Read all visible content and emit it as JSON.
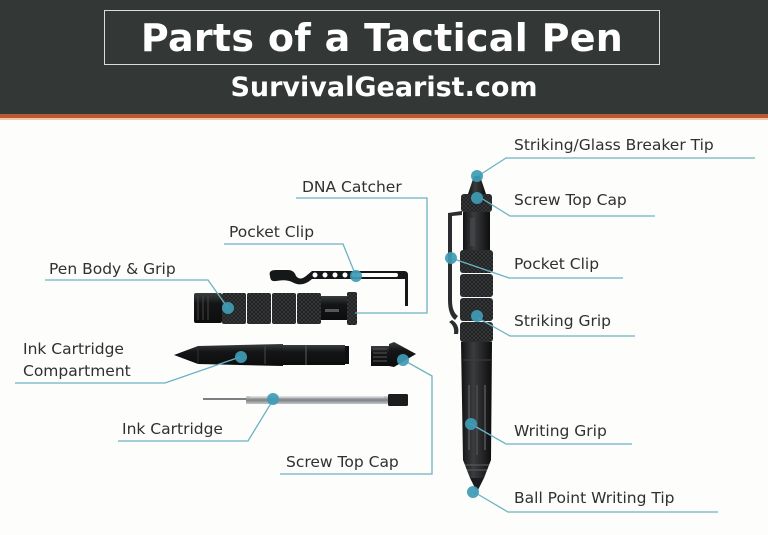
{
  "header": {
    "title": "Parts of a Tactical Pen",
    "subtitle": "SurvivalGearist.com"
  },
  "colors": {
    "header_bg": "#333836",
    "accent_stripe": "#b85a34",
    "leader_line": "#5aa9bc",
    "marker_dot": "#3d9ab3",
    "pen_metal": "#1c1d1e"
  },
  "exploded_labels": {
    "dna_catcher": "DNA Catcher",
    "pocket_clip": "Pocket Clip",
    "pen_body_grip": "Pen Body & Grip",
    "ink_cartridge_compartment_line1": "Ink Cartridge",
    "ink_cartridge_compartment_line2": "Compartment",
    "ink_cartridge": "Ink Cartridge",
    "screw_top_cap": "Screw Top Cap"
  },
  "assembled_labels": {
    "striking_tip": "Striking/Glass Breaker Tip",
    "screw_top_cap": "Screw Top Cap",
    "pocket_clip": "Pocket Clip",
    "striking_grip": "Striking Grip",
    "writing_grip": "Writing Grip",
    "ball_point_tip": "Ball Point Writing Tip"
  },
  "icons": {
    "marker": "teal-dot-marker"
  }
}
